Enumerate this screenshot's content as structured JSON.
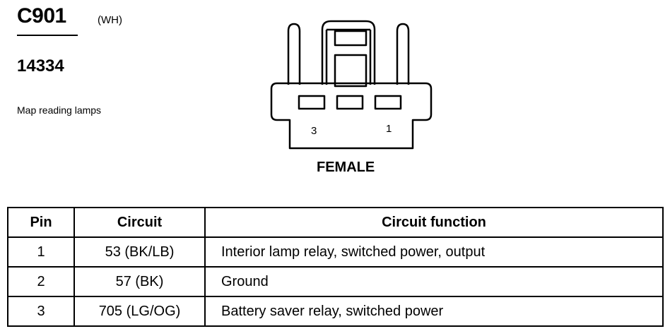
{
  "connector": {
    "id": "C901",
    "color": "(WH)",
    "part_number": "14334",
    "description": "Map reading lamps",
    "gender": "FEMALE",
    "pin_labels": {
      "left": "3",
      "right": "1"
    }
  },
  "table": {
    "headers": {
      "pin": "Pin",
      "circuit": "Circuit",
      "function": "Circuit function"
    },
    "rows": [
      {
        "pin": "1",
        "circuit": "53 (BK/LB)",
        "function": "Interior lamp relay, switched power, output"
      },
      {
        "pin": "2",
        "circuit": "57 (BK)",
        "function": "Ground"
      },
      {
        "pin": "3",
        "circuit": "705 (LG/OG)",
        "function": "Battery saver relay, switched power"
      }
    ]
  }
}
